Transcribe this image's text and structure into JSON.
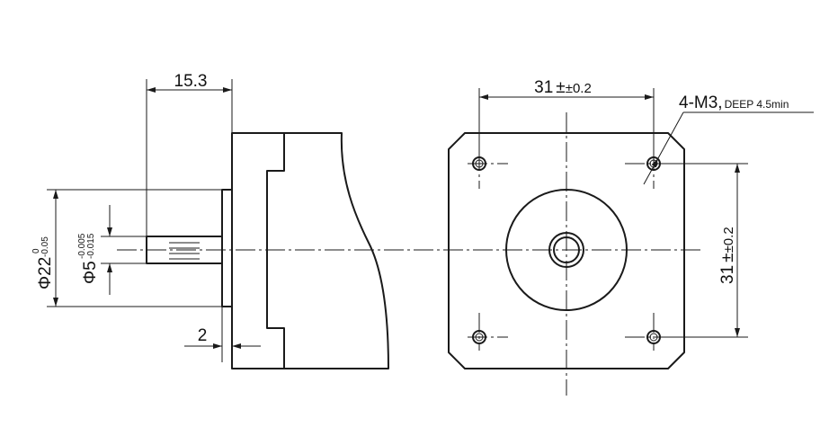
{
  "side_view": {
    "shaft_length": "15.3",
    "flange_thickness": "2",
    "boss_diameter_symbol": "Φ",
    "boss_diameter": "22",
    "boss_tol_upper": "0",
    "boss_tol_lower": "-0.05",
    "shaft_diameter_symbol": "Φ",
    "shaft_diameter": "5",
    "shaft_tol_upper": "-0.005",
    "shaft_tol_lower": "-0.015"
  },
  "front_view": {
    "hole_spacing_horizontal": "31",
    "hole_spacing_horizontal_tol": "±0.2",
    "hole_spacing_vertical": "31",
    "hole_spacing_vertical_tol": "±0.2",
    "hole_callout_main": "4-M3,",
    "hole_callout_detail": "DEEP 4.5min"
  }
}
